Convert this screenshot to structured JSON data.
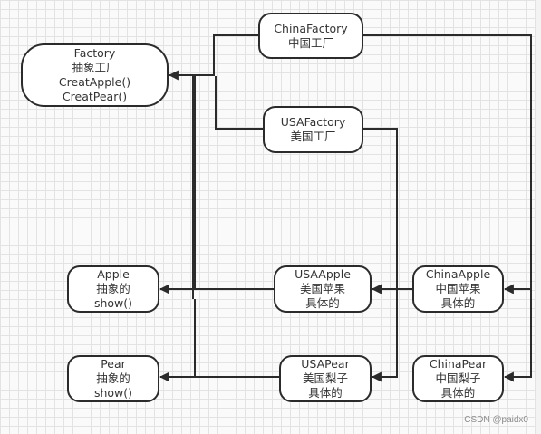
{
  "nodes": {
    "factory": [
      "Factory",
      "抽象工厂",
      "CreatApple()",
      "CreatPear()"
    ],
    "china_factory": [
      "ChinaFactory",
      "中国工厂"
    ],
    "usa_factory": [
      "USAFactory",
      "美国工厂"
    ],
    "apple": [
      "Apple",
      "抽象的",
      "show()"
    ],
    "usa_apple": [
      "USAApple",
      "美国苹果",
      "具体的"
    ],
    "china_apple": [
      "ChinaApple",
      "中国苹果",
      "具体的"
    ],
    "pear": [
      "Pear",
      "抽象的",
      "show()"
    ],
    "usa_pear": [
      "USAPear",
      "美国梨子",
      "具体的"
    ],
    "china_pear": [
      "ChinaPear",
      "中国梨子",
      "具体的"
    ]
  },
  "watermark": "CSDN @paidx0"
}
